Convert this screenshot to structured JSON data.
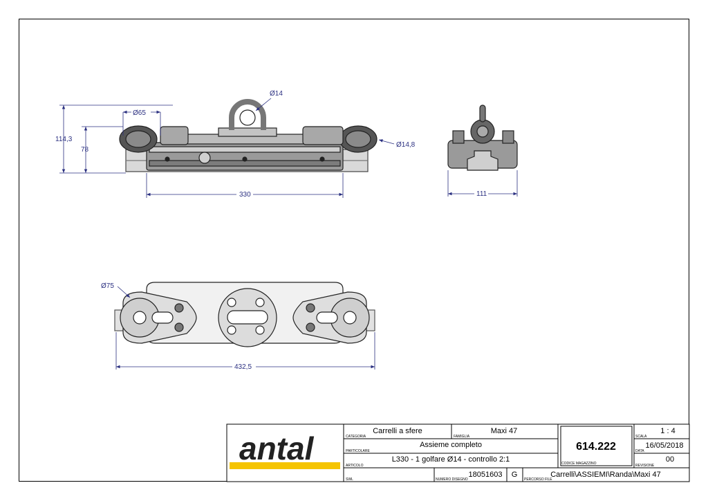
{
  "dimensions": {
    "eye_diameter": "Ø14",
    "sheave_diameter": "Ø65",
    "height_total": "114,3",
    "height_car": "78",
    "pin_diameter": "Ø14,8",
    "length_base": "330",
    "width": "111",
    "block_diameter": "Ø75",
    "length_total": "432,5"
  },
  "brand": {
    "logo_text": "antal",
    "accent_color": "#f5c400"
  },
  "title_block": {
    "categoria_label": "CATEGORIA",
    "categoria_value": "Carrelli a sfere",
    "famiglia_label": "FAMIGLIA",
    "famiglia_value": "Maxi 47",
    "particolare_label": "PARTICOLARE",
    "particolare_value": "Assieme completo",
    "articolo_label": "ARTICOLO",
    "articolo_value": "L330 - 1 golfare Ø14 - controllo 2:1",
    "swl_label": "SWL",
    "numero_disegno_label": "NUMERO DISEGNO",
    "numero_disegno_value": "18051603",
    "g_value": "G",
    "percorso_label": "PERCORSO FILE",
    "percorso_value": "Carrelli\\ASSIEMI\\Randa\\Maxi 47",
    "codice_label": "CODICE MAGAZZINO",
    "codice_value": "614.222",
    "scala_label": "SCALA",
    "scala_value": "1 : 4",
    "data_label": "DATA",
    "data_value": "16/05/2018",
    "revisione_label": "REVISIONE",
    "revisione_value": "00"
  }
}
